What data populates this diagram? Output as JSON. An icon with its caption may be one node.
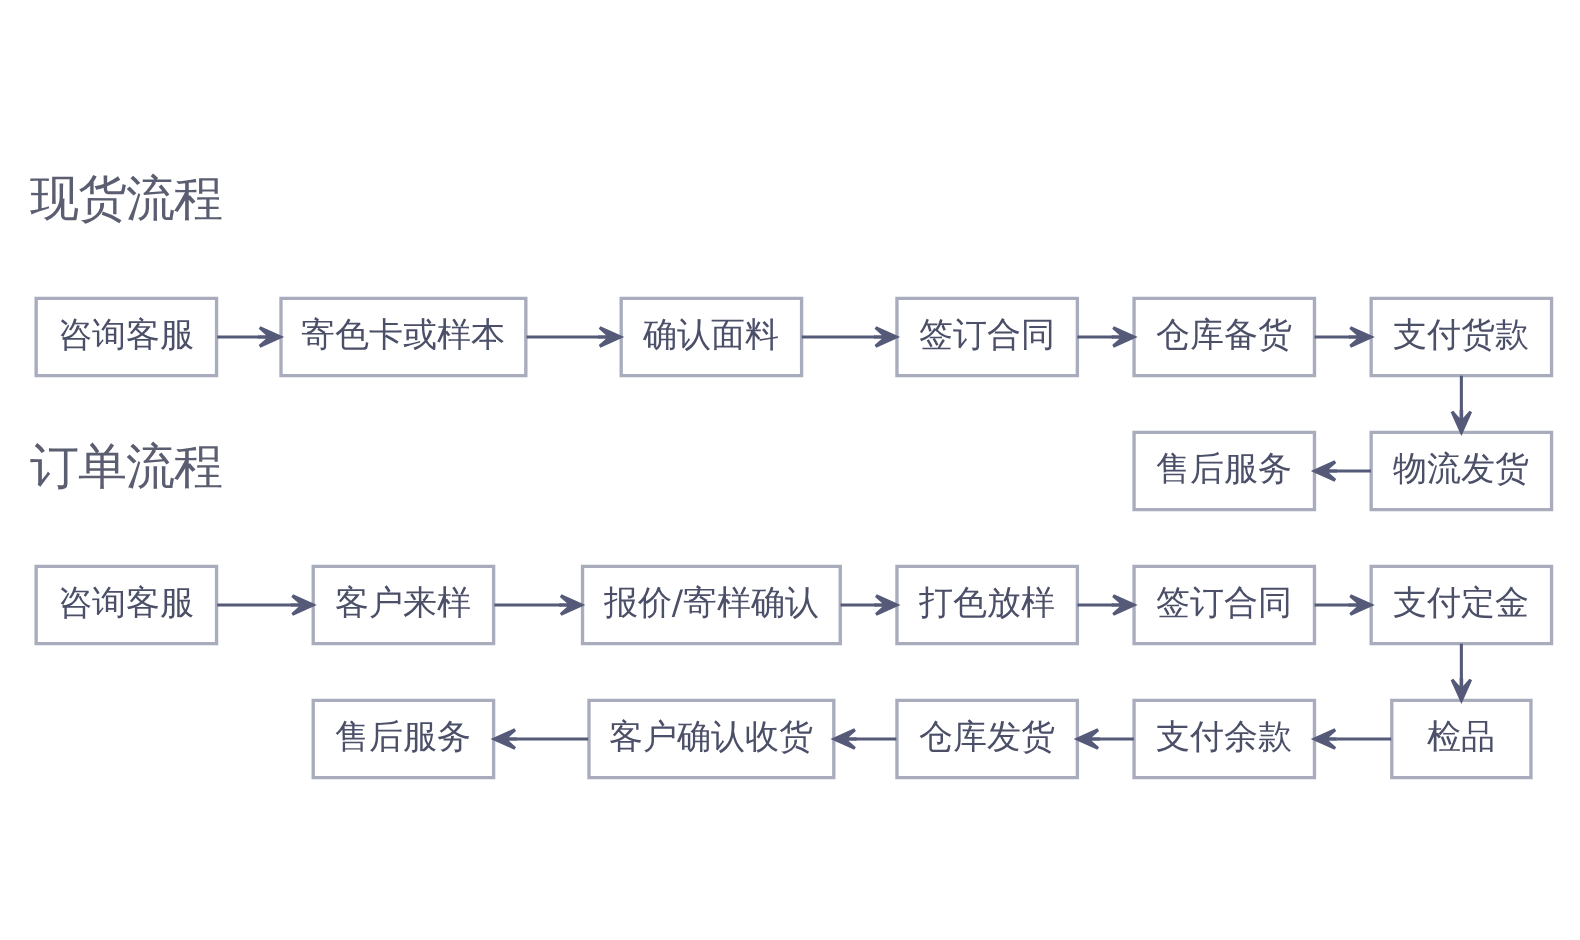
{
  "diagram": {
    "nodes": [
      {
        "text": [
          "咨询客服"
        ]
      },
      {
        "text": [
          "寄色卡或样本"
        ]
      },
      {
        "text": [
          "确认面料"
        ]
      },
      {
        "text": [
          "签订合同"
        ]
      },
      {
        "text": [
          "仓库备货"
        ]
      },
      {
        "text": [
          "支付货款"
        ]
      },
      {
        "text": [
          "售后服务"
        ]
      },
      {
        "text": [
          "物流发货"
        ]
      },
      {
        "text": [
          "咨询客服"
        ]
      },
      {
        "text": [
          "客户来样"
        ]
      },
      {
        "text": [
          "报价/寄样确认"
        ]
      },
      {
        "text": [
          "打色放样"
        ]
      },
      {
        "text": [
          "签订合同"
        ]
      },
      {
        "text": [
          "支付定金"
        ]
      },
      {
        "text": [
          "售后服务"
        ]
      },
      {
        "text": [
          "客户确认收货"
        ]
      },
      {
        "text": [
          "仓库发货"
        ]
      },
      {
        "text": [
          "支付余款"
        ]
      },
      {
        "text": [
          "检品"
        ]
      }
    ],
    "edges": [
      {
        "from": 0,
        "to": 1,
        "arrow": "to"
      },
      {
        "from": 1,
        "to": 2,
        "arrow": "to"
      },
      {
        "from": 2,
        "to": 3,
        "arrow": "to"
      },
      {
        "from": 3,
        "to": 4,
        "arrow": "to"
      },
      {
        "from": 4,
        "to": 5,
        "arrow": "to"
      },
      {
        "from": 5,
        "to": 7,
        "arrow": "to"
      },
      {
        "from": 7,
        "to": 6,
        "arrow": "to"
      },
      {
        "from": 8,
        "to": 9,
        "arrow": "to"
      },
      {
        "from": 9,
        "to": 10,
        "arrow": "to"
      },
      {
        "from": 10,
        "to": 11,
        "arrow": "to"
      },
      {
        "from": 11,
        "to": 12,
        "arrow": "to"
      },
      {
        "from": 12,
        "to": 13,
        "arrow": "to"
      },
      {
        "from": 13,
        "to": 18,
        "arrow": "to"
      },
      {
        "from": 18,
        "to": 17,
        "arrow": "to"
      },
      {
        "from": 17,
        "to": 16,
        "arrow": "to"
      },
      {
        "from": 16,
        "to": 15,
        "arrow": "to"
      },
      {
        "from": 15,
        "to": 14,
        "arrow": "to"
      }
    ],
    "labels": [
      "现货流程",
      "订单流程"
    ]
  }
}
